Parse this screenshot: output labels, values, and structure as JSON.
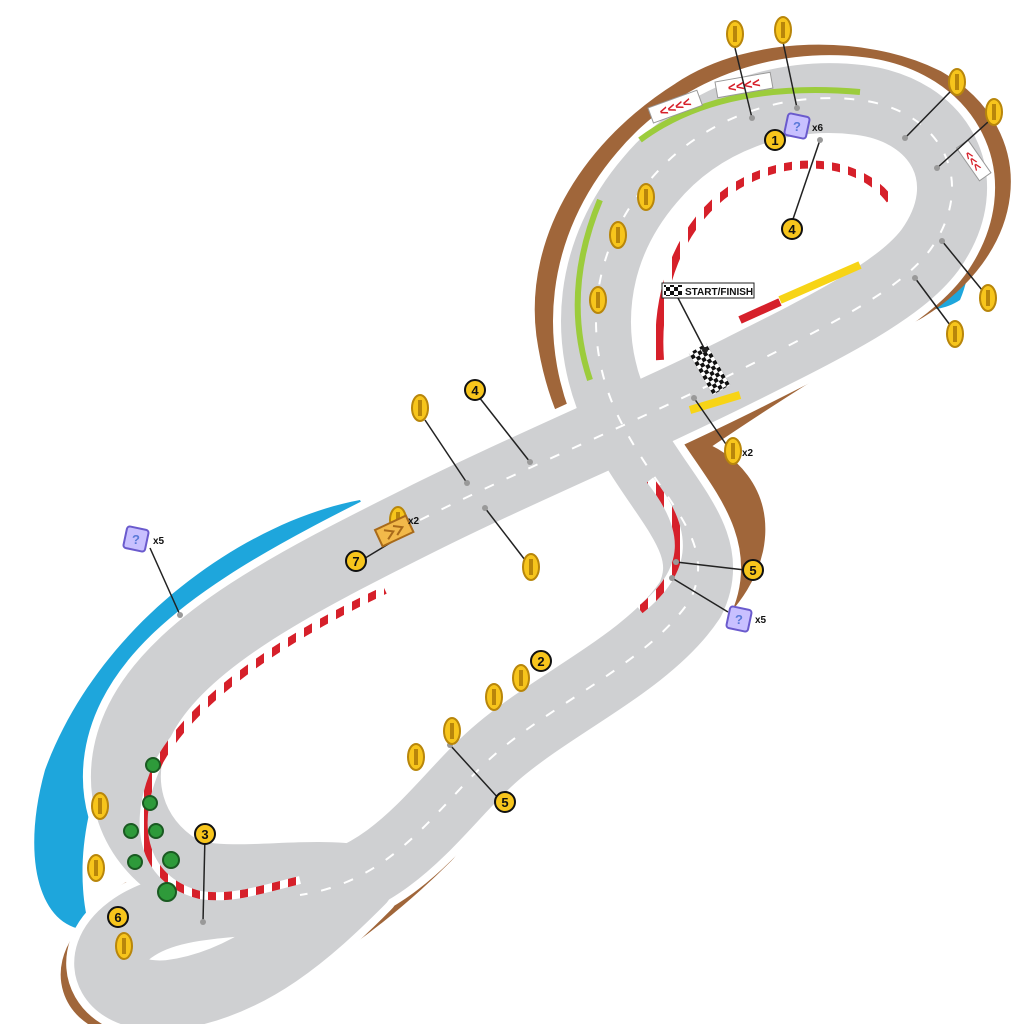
{
  "map": {
    "start_finish_label": "START/FINISH",
    "colors": {
      "track": "#cfd0d2",
      "track_dark": "#b9babd",
      "outline": "#ffffff",
      "water": "#1ea6dc",
      "grass": "#9ccc3c",
      "dirt": "#a0663a",
      "sand": "#f2c68a",
      "curb_red": "#d6202a",
      "curb_yellow": "#f7d416",
      "coin": "#f7c51c",
      "coin_edge": "#b8860b",
      "marker": "#f7c51c",
      "tree": "#2e9a3a"
    }
  },
  "markers": [
    "1",
    "2",
    "3",
    "4",
    "4",
    "5",
    "5",
    "6",
    "7"
  ],
  "multipliers": {
    "item_box_top": "x6",
    "item_box_left": "x5",
    "item_box_right": "x5",
    "coin_pair_center": "x2",
    "coin_pair_ramp": "x2"
  },
  "icons": {
    "coin": "coin-icon",
    "item_box": "item-box-icon",
    "booster_pad": "booster-pad-icon",
    "checkered_flag": "checkered-flag-icon",
    "chevron_sign": "chevron-sign-icon",
    "tree": "tree-icon"
  }
}
